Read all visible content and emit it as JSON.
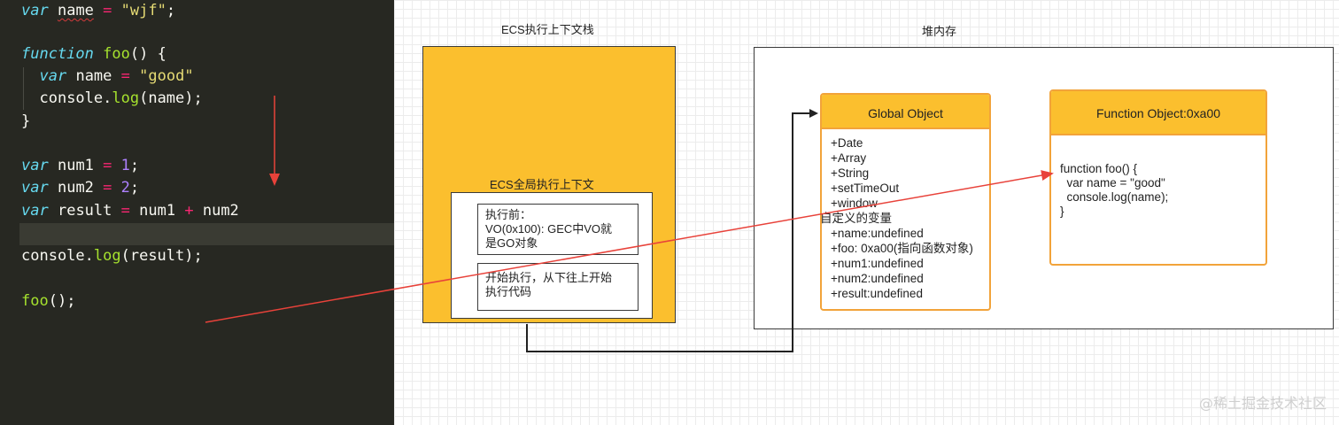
{
  "code": {
    "line1": {
      "kw": "var",
      "name": "name",
      "eq": "=",
      "str": "\"wjf\"",
      "semi": ";"
    },
    "line3": {
      "kw": "function",
      "fn": "foo",
      "rest": "() {"
    },
    "line4": {
      "kw": "var",
      "name": "name",
      "eq": "=",
      "str": "\"good\""
    },
    "line5": {
      "obj": "console.",
      "fn": "log",
      "rest": "(name);"
    },
    "line6": {
      "rest": "}"
    },
    "line8": {
      "kw": "var",
      "name": "num1",
      "eq": "=",
      "num": "1",
      "semi": ";"
    },
    "line9": {
      "kw": "var",
      "name": "num2",
      "eq": "=",
      "num": "2",
      "semi": ";"
    },
    "line10": {
      "kw": "var",
      "name": "result",
      "eq": "=",
      "a": "num1",
      "op": "+",
      "b": "num2"
    },
    "line12": {
      "obj": "console.",
      "fn": "log",
      "rest": "(result);"
    },
    "line14": {
      "fn": "foo",
      "rest": "();"
    }
  },
  "diagram": {
    "ecs_stack_title": "ECS执行上下文栈",
    "heap_title": "堆内存",
    "gec_title": "ECS全局执行上下文",
    "note_before": [
      "执行前：",
      "VO(0x100): GEC中VO就",
      "是GO对象"
    ],
    "note_start": [
      "开始执行，从下往上开始",
      "执行代码"
    ],
    "global_object": {
      "title": "Global Object",
      "items": [
        "+Date",
        "+Array",
        "+String",
        "+setTimeOut",
        "+window",
        "自定义的变量",
        "+name:undefined",
        "+foo: 0xa00(指向函数对象)",
        "+num1:undefined",
        "+num2:undefined",
        "+result:undefined"
      ]
    },
    "function_object": {
      "title": "Function Object:0xa00",
      "code_lines": [
        "function foo() {",
        "  var name = \"good\"",
        "  console.log(name);",
        "}"
      ]
    }
  },
  "colors": {
    "editor_bg": "#272822",
    "orange": "#fbbf2e",
    "orange_border": "#f2a33a",
    "arrow_red": "#e8423a"
  },
  "watermark": "@稀土掘金技术社区"
}
